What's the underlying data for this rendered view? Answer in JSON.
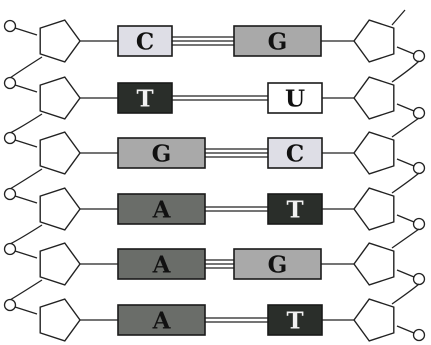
{
  "colors": {
    "C": "#dedee6",
    "G": "#a9a9a9",
    "T": "#2a2e2a",
    "U": "#ffffff",
    "A": "#6a6d69",
    "letter_dark": "#111111",
    "letter_light": "#f2f2f2"
  },
  "pairs": [
    {
      "left": "C",
      "right": "G",
      "hbonds": 3
    },
    {
      "left": "T",
      "right": "U",
      "hbonds": 2
    },
    {
      "left": "G",
      "right": "C",
      "hbonds": 3
    },
    {
      "left": "A",
      "right": "T",
      "hbonds": 2
    },
    {
      "left": "A",
      "right": "G",
      "hbonds": 3
    },
    {
      "left": "A",
      "right": "T",
      "hbonds": 2
    }
  ]
}
